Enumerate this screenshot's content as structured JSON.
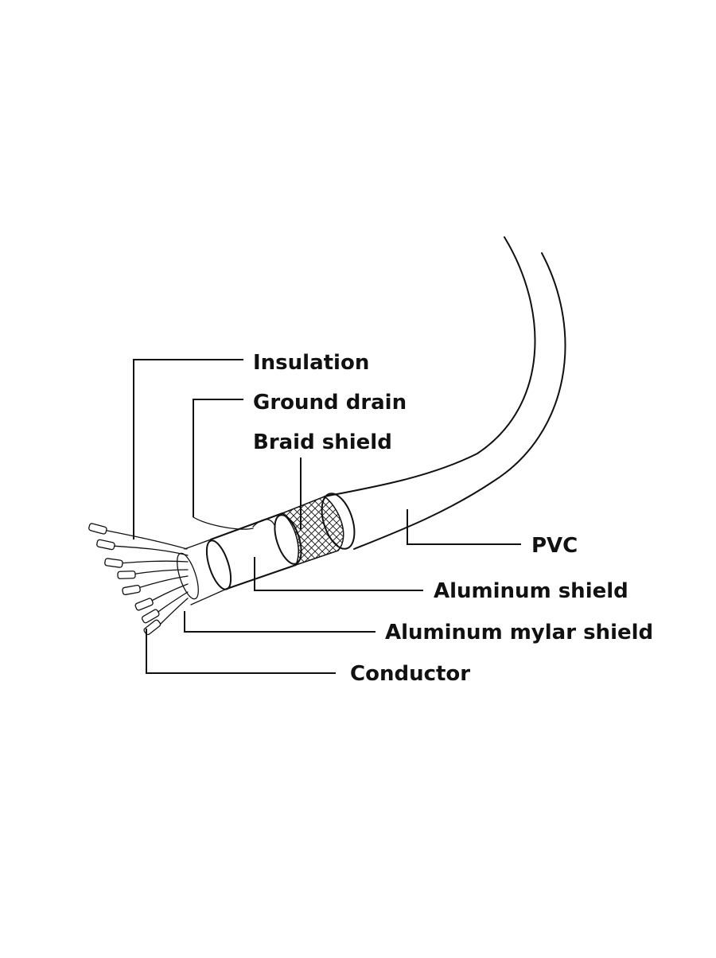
{
  "labels": {
    "insulation": "Insulation",
    "ground_drain": "Ground drain",
    "braid_shield": "Braid shield",
    "pvc": "PVC",
    "aluminum_shield": "Aluminum shield",
    "aluminum_mylar_shield": "Aluminum mylar shield",
    "conductor": "Conductor"
  },
  "colors": {
    "line": "#111111",
    "background": "#ffffff"
  }
}
